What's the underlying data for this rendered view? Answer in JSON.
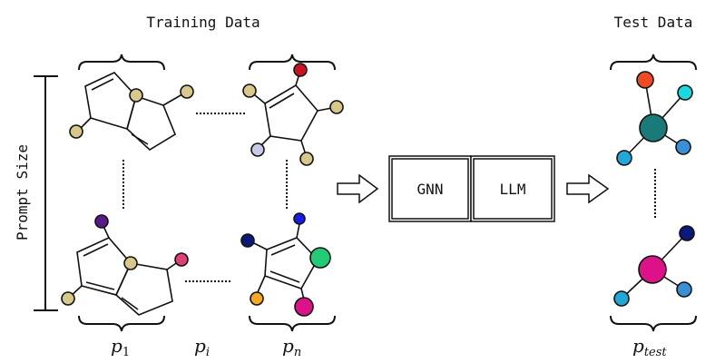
{
  "headings": {
    "training": "Training Data",
    "test": "Test Data"
  },
  "axis": {
    "prompt_size": "Prompt Size"
  },
  "model": {
    "gnn": "GNN",
    "llm": "LLM"
  },
  "labels": {
    "p1_base": "p",
    "p1_sub": "1",
    "pi_base": "p",
    "pi_sub": "i",
    "pn_base": "p",
    "pn_sub": "n",
    "ptest_base": "p",
    "ptest_sub": "test"
  },
  "colors": {
    "stroke": "#111111",
    "khaki": "#d8c98a",
    "red": "#cc1122",
    "lavender": "#c9c9e8",
    "purple": "#5a1a8a",
    "pink": "#e0407a",
    "blue": "#1a1aee",
    "navy": "#0a1a78",
    "green": "#22cc77",
    "orange": "#f5a820",
    "magenta": "#dd1188",
    "orange_red": "#f04a24",
    "cyan": "#18d8e0",
    "teal": "#1a7a7a",
    "steel_blue": "#3a90d8",
    "sky_blue": "#20a8d8"
  }
}
